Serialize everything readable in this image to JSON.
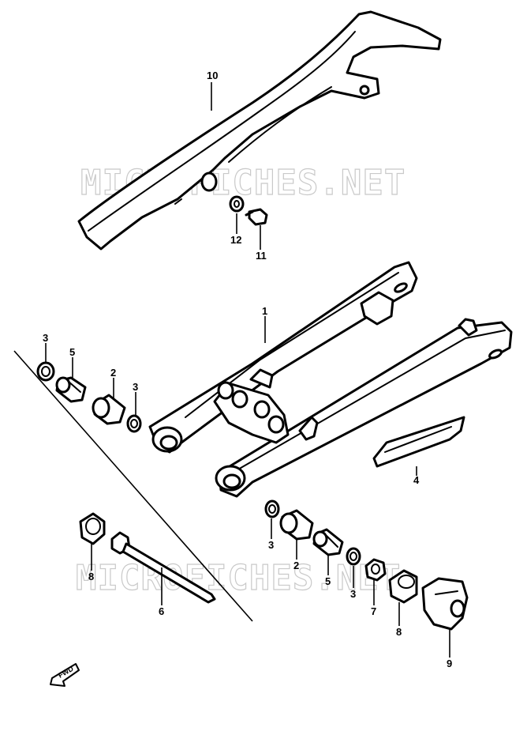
{
  "watermark": "MICROFICHES.NET",
  "direction_tag": "FWD",
  "callouts": {
    "p1": "1",
    "p2a": "2",
    "p2b": "2",
    "p3a": "3",
    "p3b": "3",
    "p3c": "3",
    "p3d": "3",
    "p4": "4",
    "p5a": "5",
    "p5b": "5",
    "p6": "6",
    "p7": "7",
    "p8a": "8",
    "p8b": "8",
    "p9": "9",
    "p10": "10",
    "p11": "11",
    "p12": "12"
  }
}
